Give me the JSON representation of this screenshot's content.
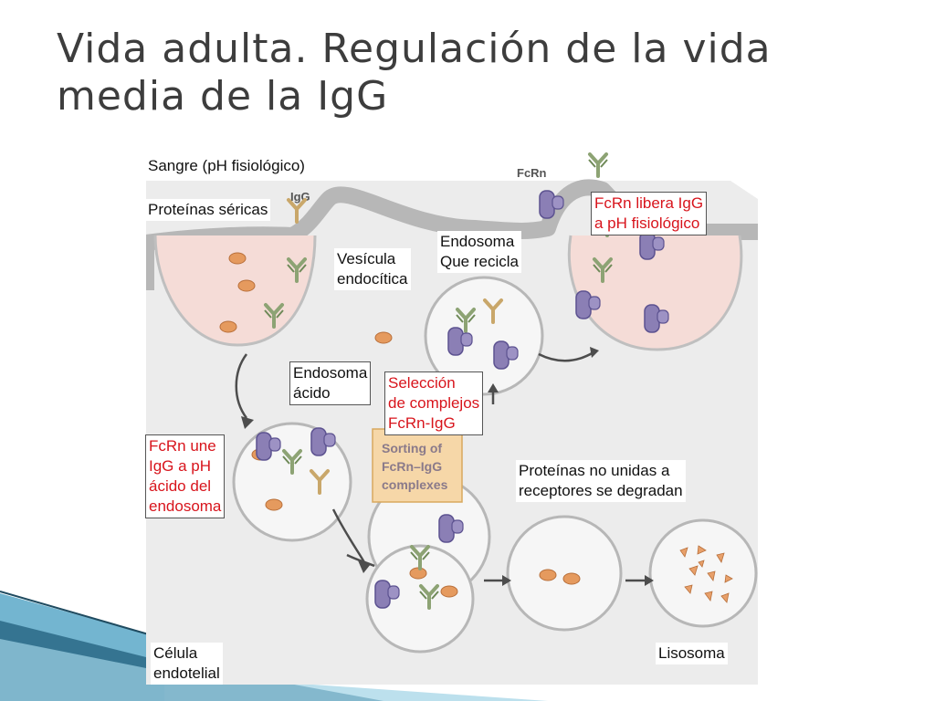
{
  "title": "Vida adulta. Regulación de la vida media de la IgG",
  "colors": {
    "cytoplasm": "#ececec",
    "membrane": "#b7b7b7",
    "vesicle": "#f5dcd7",
    "fcrn": "#8b7fb5",
    "igg": "#8da374",
    "serum_protein": "#e59a5e",
    "sorting_box": "#f6d7a8",
    "annotation_red": "#d8141c"
  },
  "figure": {
    "fcrn_tag": "FcRn",
    "igg_tag": "IgG",
    "sorting_text": [
      "Sorting of",
      "FcRn–IgG",
      "complexes"
    ]
  },
  "labels": {
    "blood": "Sangre (pH fisiológico)",
    "serum_proteins": "Proteínas séricas",
    "endocytic_vesicle": [
      "Vesícula",
      "endocítica"
    ],
    "recycling_endosome": [
      "Endosoma",
      "Que recicla"
    ],
    "fcrn_release": [
      "FcRn libera IgG",
      "a pH fisiológico"
    ],
    "acid_endosome": [
      "Endosoma",
      "ácido"
    ],
    "selection": [
      "Selección",
      "de complejos",
      "FcRn-IgG"
    ],
    "fcrn_binds": [
      "FcRn une",
      "IgG a pH",
      "ácido del",
      "endosoma"
    ],
    "unbound_proteins": [
      "Proteínas no unidas a",
      "receptores se degradan"
    ],
    "endothelial_cell": [
      "Célula",
      "endotelial"
    ],
    "lysosome": "Lisosoma"
  }
}
